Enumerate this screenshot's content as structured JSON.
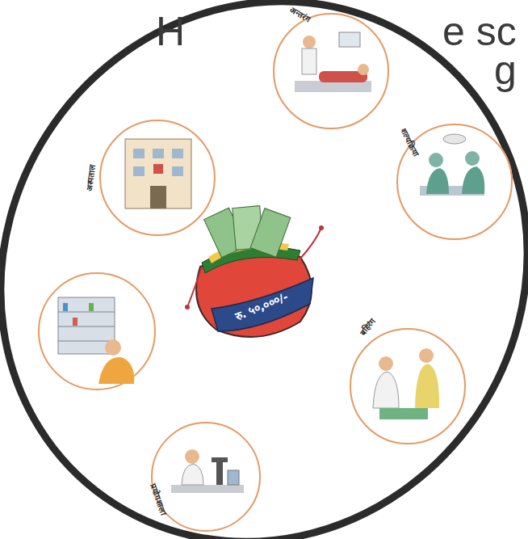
{
  "diagram": {
    "nodes": [
      {
        "text": [
          "अन्तरंग"
        ]
      },
      {
        "text": [
          "शल्यक्रिया"
        ]
      },
      {
        "text": [
          "बहिरंग"
        ]
      },
      {
        "text": [
          "प्रयोगशाला"
        ]
      },
      {
        "text": [
          "अस्पताल"
        ]
      },
      {
        "text": [
          "रु. ५०,०००/-"
        ]
      }
    ],
    "labels": [
      "H",
      "e sc",
      "g"
    ]
  }
}
